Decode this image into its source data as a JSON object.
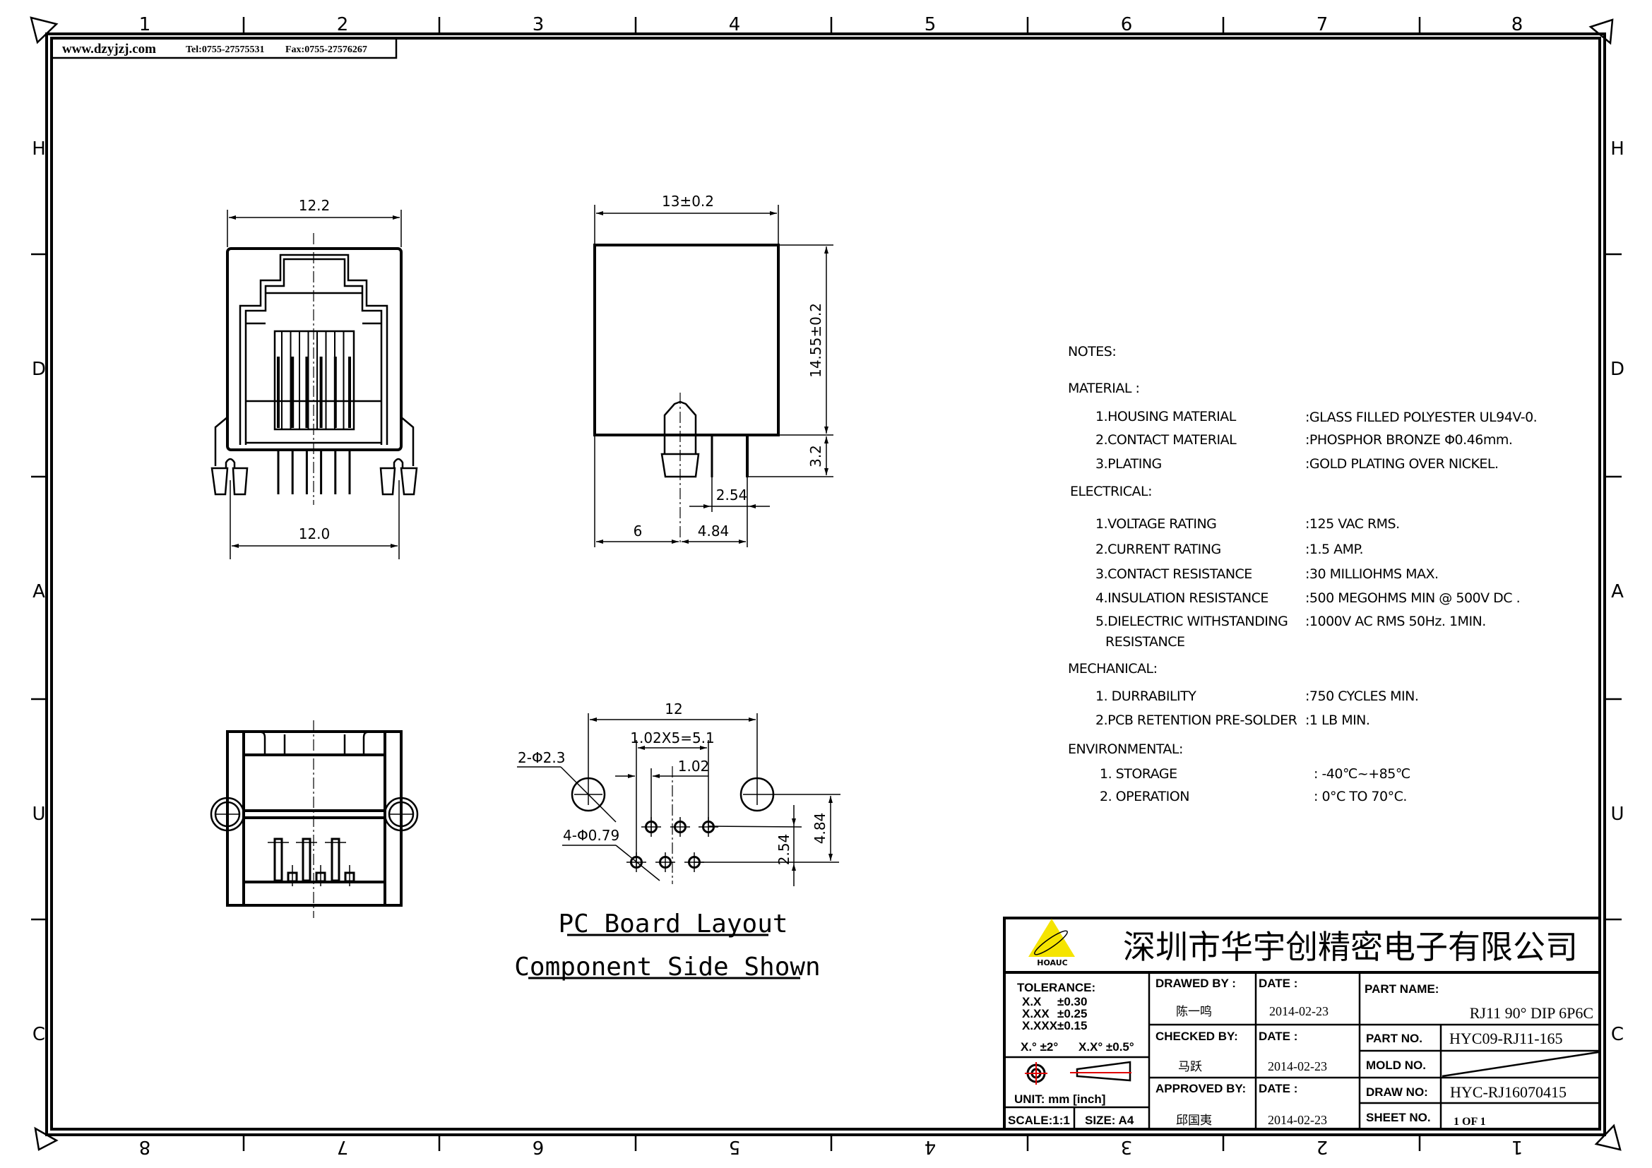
{
  "header": {
    "website": "www.dzyjzj.com",
    "tel": "Tel:0755-27575531",
    "fax": "Fax:0755-27576267"
  },
  "zones": {
    "columns": [
      "1",
      "2",
      "3",
      "4",
      "5",
      "6",
      "7",
      "8"
    ],
    "rows": [
      "H",
      "D",
      "A",
      "U",
      "C"
    ]
  },
  "front_view": {
    "top_width": "12.2",
    "bottom_width": "12.0"
  },
  "side_view": {
    "depth": "13±0.2",
    "height": "14.55±0.2",
    "pin_length": "3.2",
    "pin_pitch": "2.54",
    "peg_offset": "6",
    "pin_offset": "4.84"
  },
  "pcb_layout": {
    "peg_spacing": "12",
    "pin_span": "1.02X5=5.1",
    "pin_pitch": "1.02",
    "peg_holes": "2-Φ2.3",
    "pin_holes": "4-Φ0.79",
    "row_spacing": "2.54",
    "peg_to_row": "4.84",
    "title": "PC Board Layout",
    "subtitle": "Component Side Shown"
  },
  "notes": {
    "title": "NOTES:",
    "sections": [
      {
        "heading": "MATERIAL    :",
        "items": [
          {
            "label": "1.HOUSING MATERIAL",
            "value": ":GLASS FILLED POLYESTER UL94V-0."
          },
          {
            "label": "2.CONTACT MATERIAL",
            "value": ":PHOSPHOR BRONZE Φ0.46mm."
          },
          {
            "label": "3.PLATING",
            "value": ":GOLD PLATING OVER NICKEL."
          }
        ]
      },
      {
        "heading": "ELECTRICAL:",
        "items": [
          {
            "label": "1.VOLTAGE RATING",
            "value": ":125 VAC RMS."
          },
          {
            "label": "2.CURRENT RATING",
            "value": ":1.5 AMP."
          },
          {
            "label": "3.CONTACT RESISTANCE",
            "value": ":30 MILLIOHMS MAX."
          },
          {
            "label": "4.INSULATION RESISTANCE",
            "value": ":500 MEGOHMS MIN @ 500V DC ."
          },
          {
            "label": "5.DIELECTRIC WITHSTANDING",
            "label2": "RESISTANCE",
            "value": ":1000V AC RMS 50Hz. 1MIN."
          }
        ]
      },
      {
        "heading": "MECHANICAL:",
        "items": [
          {
            "label": "1. DURRABILITY",
            "value": ":750 CYCLES MIN."
          },
          {
            "label": "2.PCB RETENTION PRE-SOLDER",
            "value": ":1 LB MIN."
          }
        ]
      },
      {
        "heading": "ENVIRONMENTAL:",
        "items": [
          {
            "label": "1. STORAGE",
            "value": ": -40℃~+85℃"
          },
          {
            "label": "2. OPERATION",
            "value": ": 0°C TO 70°C."
          }
        ]
      }
    ]
  },
  "title_block": {
    "company": "深圳市华宇创精密电子有限公司",
    "logo_text": "HOAUC",
    "logo_color": "#f5e400",
    "tolerance_label": "TOLERANCE:",
    "tolerances": [
      {
        "k": "X.X",
        "v": "±0.30"
      },
      {
        "k": "X.XX",
        "v": "±0.25"
      },
      {
        "k": "X.XXX",
        "v": "±0.15"
      }
    ],
    "angle_tol_1": "X.° ±2°",
    "angle_tol_2": "X.X° ±0.5°",
    "unit": "UNIT:  mm  [inch]",
    "scale": "SCALE:1:1",
    "size": "SIZE:  A4",
    "drawed_by_label": "DRAWED  BY :",
    "drawed_by": "陈一鸣",
    "checked_by_label": "CHECKED  BY:",
    "checked_by": "马跃",
    "approved_by_label": "APPROVED  BY:",
    "approved_by": "邱国夷",
    "date_label": "DATE  :",
    "dates": [
      "2014-02-23",
      "2014-02-23",
      "2014-02-23"
    ],
    "part_name_label": "PART  NAME:",
    "part_name": "RJ11 90° DIP 6P6C",
    "part_no_label": "PART  NO.",
    "part_no": "HYC09-RJ11-165",
    "mold_no_label": "MOLD  NO.",
    "draw_no_label": "DRAW  NO:",
    "draw_no": "HYC-RJ16070415",
    "sheet_no_label": "SHEET  NO.",
    "sheet_no": "1  OF  1",
    "accent_red": "#e00000"
  }
}
